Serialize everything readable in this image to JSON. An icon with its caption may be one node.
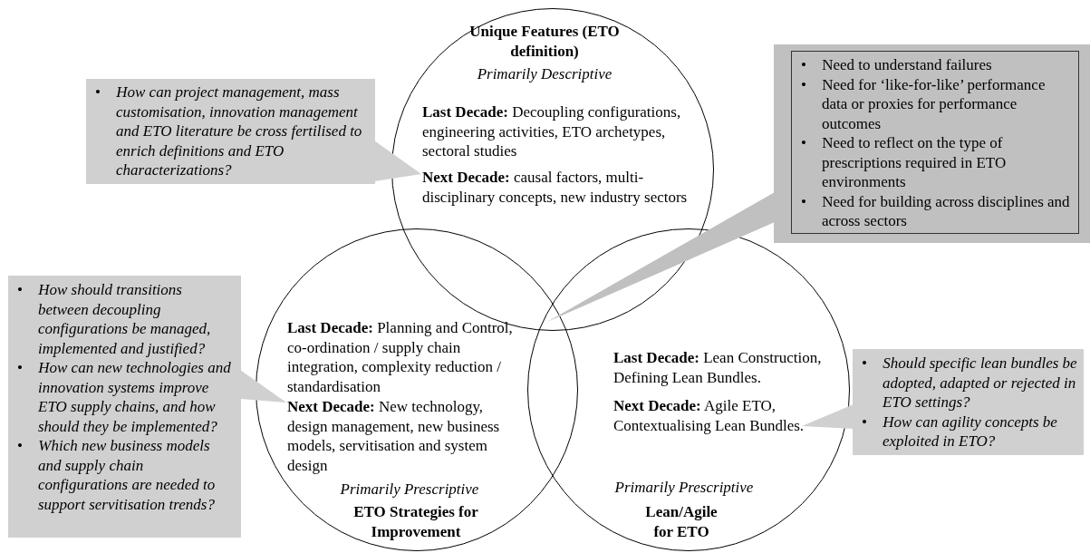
{
  "diagram": {
    "nodes": [
      {
        "text": [
          "Unique Features (ETO definition)",
          "Primarily Descriptive",
          "**Last Decade:** Decoupling configurations, engineering activities, ETO archetypes, sectoral studies",
          "**Next Decade:** causal factors, multi-disciplinary concepts, new industry sectors"
        ]
      },
      {
        "text": [
          "**Last Decade:** Planning and Control, co-ordination / supply chain integration, complexity reduction / standardisation",
          "**Next Decade:** New technology, design management, new business models, servitisation and system design",
          "Primarily Prescriptive",
          "ETO Strategies for Improvement"
        ]
      },
      {
        "text": [
          "**Last Decade:** Lean Construction, Defining Lean Bundles.",
          "**Next Decade:** Agile ETO, Contextualising Lean Bundles.",
          "Primarily Prescriptive",
          "Lean/Agile for ETO"
        ]
      },
      {
        "text": [
          "• How can project management, mass customisation, innovation management and ETO literature be cross fertilised to enrich definitions and ETO characterizations?"
        ]
      },
      {
        "text": [
          "• Need to understand failures",
          "• Need for ‘like-for-like’ performance data or proxies for performance outcomes",
          "• Need to reflect on the type of prescriptions required in ETO environments",
          "• Need for building across disciplines and across sectors"
        ]
      },
      {
        "text": [
          "• How should transitions between decoupling configurations be managed, implemented and justified?",
          "• How can new technologies and innovation systems improve ETO supply chains, and how should they be implemented?",
          "• Which new business models and supply chain configurations are needed to support servitisation trends?"
        ]
      },
      {
        "text": [
          "• Should specific lean bundles be adopted, adapted or rejected in ETO settings?",
          "• How can agility concepts be exploited in ETO?"
        ]
      }
    ],
    "edges": [
      {
        "from": 3,
        "to": 0,
        "arrow": "to"
      },
      {
        "from": 4,
        "to": null,
        "arrow": "to"
      },
      {
        "from": 5,
        "to": 1,
        "arrow": "to"
      },
      {
        "from": 6,
        "to": 2,
        "arrow": "to"
      }
    ]
  }
}
